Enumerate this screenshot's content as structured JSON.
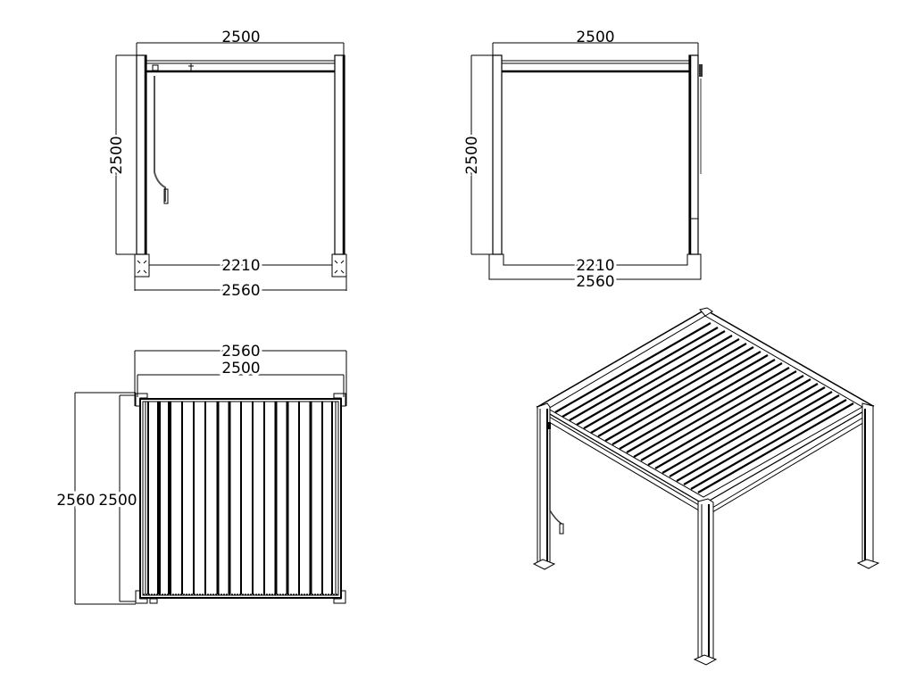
{
  "drawing": {
    "subject": "Pergola with louvered roof",
    "background": "#ffffff",
    "line_color": "#000000",
    "views": [
      {
        "id": "front-view",
        "dimensions": {
          "top_width": "2500",
          "height": "2500",
          "inner_width": "2210",
          "base_width": "2560"
        }
      },
      {
        "id": "side-view",
        "dimensions": {
          "top_width": "2500",
          "height": "2500",
          "inner_width": "2210",
          "base_width": "2560"
        }
      },
      {
        "id": "top-view",
        "dimensions": {
          "outer_width": "2560",
          "inner_width": "2500",
          "outer_depth": "2560",
          "inner_depth": "2500"
        },
        "louver_count": 18
      },
      {
        "id": "isometric-view",
        "louver_count": 22
      }
    ]
  }
}
